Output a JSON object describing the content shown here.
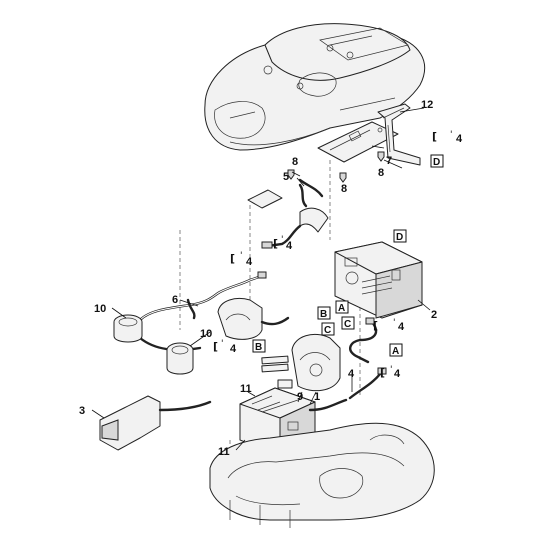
{
  "callouts": {
    "n1": "1",
    "n2": "2",
    "n3": "3",
    "n4": "4",
    "n5": "5",
    "n6": "6",
    "n7": "7",
    "n8": "8",
    "n9": "9",
    "n10": "10",
    "n11": "11",
    "n12": "12"
  },
  "ref_letters": {
    "a": "A",
    "b": "B",
    "c": "C",
    "d": "D"
  },
  "connector_note": {
    "bracket": "[",
    "tick": "'",
    "qty": "4"
  }
}
